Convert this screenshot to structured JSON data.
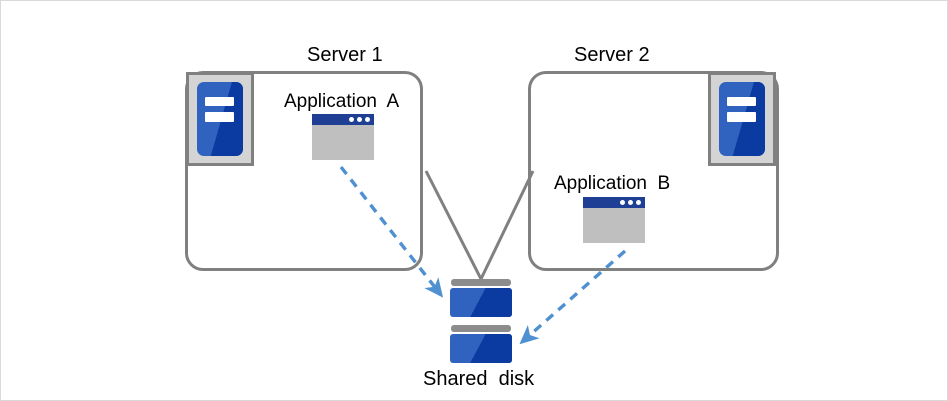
{
  "diagram": {
    "title_server1": "Server 1",
    "title_server2": "Server 2",
    "app_a_label": "Application  A",
    "app_b_label": "Application  B",
    "shared_disk_label": "Shared  disk",
    "colors": {
      "box_border": "#808080",
      "connector_line": "#808080",
      "arrow": "#4f90d0",
      "icon_blue_light": "#3063c0",
      "icon_blue_dark": "#0b3aa0",
      "window_titlebar": "#1f3f94",
      "window_body": "#bfbfbf",
      "icon_frame_fill": "#d4d4d4",
      "disk_cap": "#8c8c8c",
      "canvas_border": "#d9d9d9",
      "background": "#ffffff"
    },
    "icons": {
      "server_machine": "server-machine-icon",
      "application_window": "application-window-icon",
      "disk_stack": "disk-stack-icon"
    },
    "connectors": [
      {
        "name": "server1-to-disk-line",
        "style": "solid",
        "color": "#808080"
      },
      {
        "name": "server2-to-disk-line",
        "style": "solid",
        "color": "#808080"
      }
    ],
    "arrows": [
      {
        "name": "app-a-to-disk-arrow",
        "from": "Application  A",
        "to": "Shared  disk",
        "style": "dashed",
        "color": "#4f90d0"
      },
      {
        "name": "app-b-to-disk-arrow",
        "from": "Application  B",
        "to": "Shared  disk",
        "style": "dashed",
        "color": "#4f90d0"
      }
    ]
  }
}
